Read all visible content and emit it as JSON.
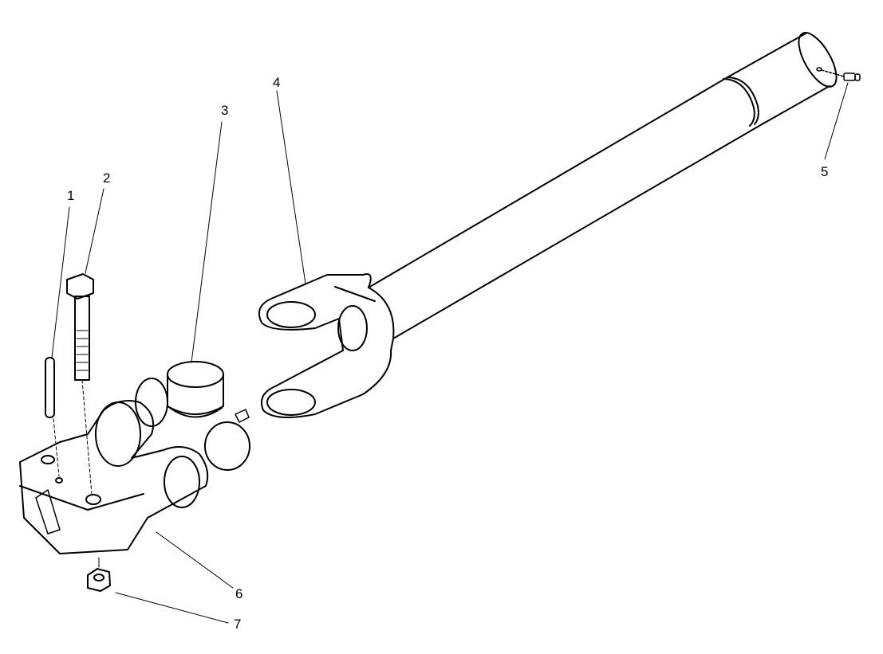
{
  "diagram": {
    "type": "exploded-parts-view",
    "subject": "drive shaft with universal joint",
    "callouts": [
      {
        "id": "1",
        "label": "1",
        "part": "pin"
      },
      {
        "id": "2",
        "label": "2",
        "part": "bolt"
      },
      {
        "id": "3",
        "label": "3",
        "part": "cross-and-bearing kit"
      },
      {
        "id": "4",
        "label": "4",
        "part": "yoke and shaft tube"
      },
      {
        "id": "5",
        "label": "5",
        "part": "grease fitting"
      },
      {
        "id": "6",
        "label": "6",
        "part": "splined yoke"
      },
      {
        "id": "7",
        "label": "7",
        "part": "lock nut"
      }
    ],
    "colors": {
      "line": "#000000",
      "background": "#ffffff"
    }
  }
}
